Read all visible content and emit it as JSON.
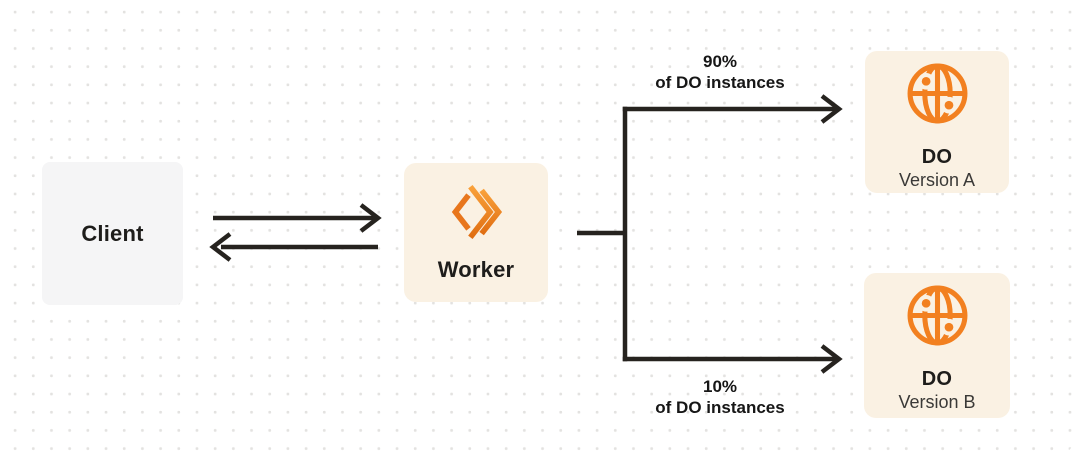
{
  "diagram": {
    "client": {
      "label": "Client"
    },
    "worker": {
      "label": "Worker"
    },
    "do_version_a": {
      "title": "DO",
      "subtitle": "Version A"
    },
    "do_version_b": {
      "title": "DO",
      "subtitle": "Version B"
    },
    "branch_top": {
      "percent": "90%",
      "caption": "of DO instances"
    },
    "branch_bottom": {
      "percent": "10%",
      "caption": "of DO instances"
    }
  },
  "icons": {
    "worker": "cloudflare-workers-icon",
    "do_a": "durable-object-globe-icon",
    "do_b": "durable-object-globe-icon"
  },
  "colors": {
    "accent-orange": "#F28020",
    "node-cream": "#FAF1E3",
    "node-gray": "#F5F5F6",
    "line-dark": "#26231F",
    "text-primary": "#1E1D1B",
    "text-secondary": "#3A3937",
    "text-label": "#161616",
    "dot-grid": "#E3E2E0",
    "canvas-bg": "#FFFFFF"
  }
}
